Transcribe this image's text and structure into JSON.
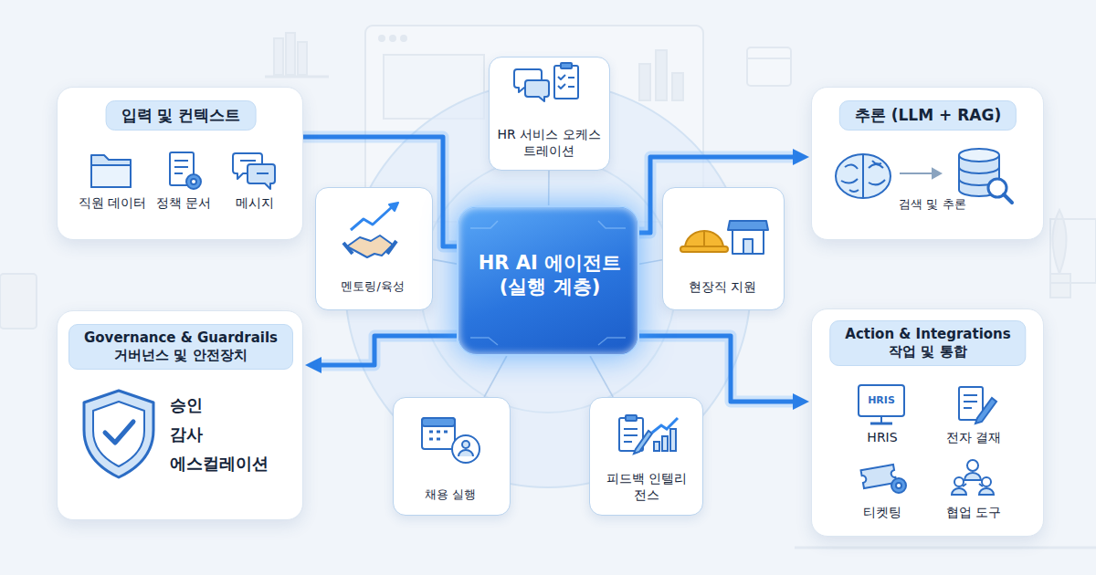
{
  "diagram": {
    "nodes": [
      {
        "text": [
          "입력 및 컨텍스트",
          "직원 데이터",
          "정책 문서",
          "메시지"
        ]
      },
      {
        "text": [
          "HR 서비스 오케스트레이션"
        ]
      },
      {
        "text": [
          "추론 (LLM + RAG)",
          "검색 및 추론"
        ]
      },
      {
        "text": [
          "멘토링/육성"
        ]
      },
      {
        "text": [
          "HR AI 에이전트 (실행 계층)"
        ]
      },
      {
        "text": [
          "현장직 지원"
        ]
      },
      {
        "text": [
          "Governance & Guardrails",
          "거버넌스 및 안전장치",
          "승인",
          "감사",
          "에스컬레이션"
        ]
      },
      {
        "text": [
          "채용 실행"
        ]
      },
      {
        "text": [
          "피드백 인텔리전스"
        ]
      },
      {
        "text": [
          "Action & Integrations",
          "작업 및 통합",
          "HRIS",
          "전자 결재",
          "티켓팅",
          "협업 도구"
        ]
      }
    ],
    "edges": [
      {
        "from": 0,
        "to": 4,
        "arrow": "none"
      },
      {
        "from": 4,
        "to": 2,
        "arrow": "to"
      },
      {
        "from": 4,
        "to": 9,
        "arrow": "to"
      },
      {
        "from": 4,
        "to": 6,
        "arrow": "to"
      },
      {
        "from": 4,
        "to": 1,
        "arrow": "none"
      },
      {
        "from": 4,
        "to": 3,
        "arrow": "none"
      },
      {
        "from": 4,
        "to": 5,
        "arrow": "none"
      },
      {
        "from": 4,
        "to": 7,
        "arrow": "none"
      },
      {
        "from": 4,
        "to": 8,
        "arrow": "none"
      }
    ],
    "labels": [
      "HRIS"
    ]
  }
}
